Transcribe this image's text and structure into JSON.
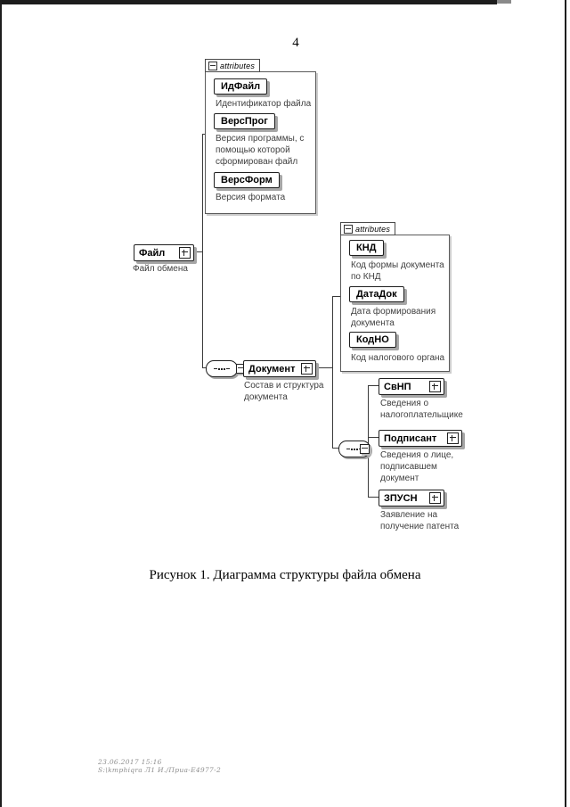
{
  "page": {
    "number": "4",
    "caption": "Рисунок 1. Диаграмма структуры файла обмена",
    "footer": {
      "line1": "23.06.2017 15:16",
      "line2": "S:\\kmphiqra Л1 И./Приа-Е4977-2"
    }
  },
  "diagram": {
    "attributes_label": "attributes",
    "root": {
      "label": "Файл",
      "annotation": "Файл обмена"
    },
    "attr_box1": {
      "items": [
        {
          "label": "ИдФайл",
          "annotation": "Идентификатор файла"
        },
        {
          "label": "ВерсПрог",
          "annotation": "Версия программы, с помощью которой сформирован файл"
        },
        {
          "label": "ВерсФорм",
          "annotation": "Версия формата"
        }
      ]
    },
    "document_node": {
      "label": "Документ",
      "annotation": "Состав и структура документа"
    },
    "attr_box2": {
      "items": [
        {
          "label": "КНД",
          "annotation": "Код формы документа по КНД"
        },
        {
          "label": "ДатаДок",
          "annotation": "Дата формирования документа"
        },
        {
          "label": "КодНО",
          "annotation": "Код налогового органа"
        }
      ]
    },
    "children": [
      {
        "label": "СвНП",
        "annotation": "Сведения о налогоплательщике"
      },
      {
        "label": "Подписант",
        "annotation": "Сведения о лице, подписавшем документ"
      },
      {
        "label": "ЗПУСН",
        "annotation": "Заявление на получение патента"
      }
    ],
    "icons": {
      "collapse": "minus-box",
      "expand": "plus-box",
      "sequence": "dotted-line-oval"
    },
    "colors": {
      "box_border": "#1f1f1f",
      "shadow": "#a6a6a6",
      "line": "#3a3a3a",
      "annotation_text": "#3f3f3f"
    }
  }
}
